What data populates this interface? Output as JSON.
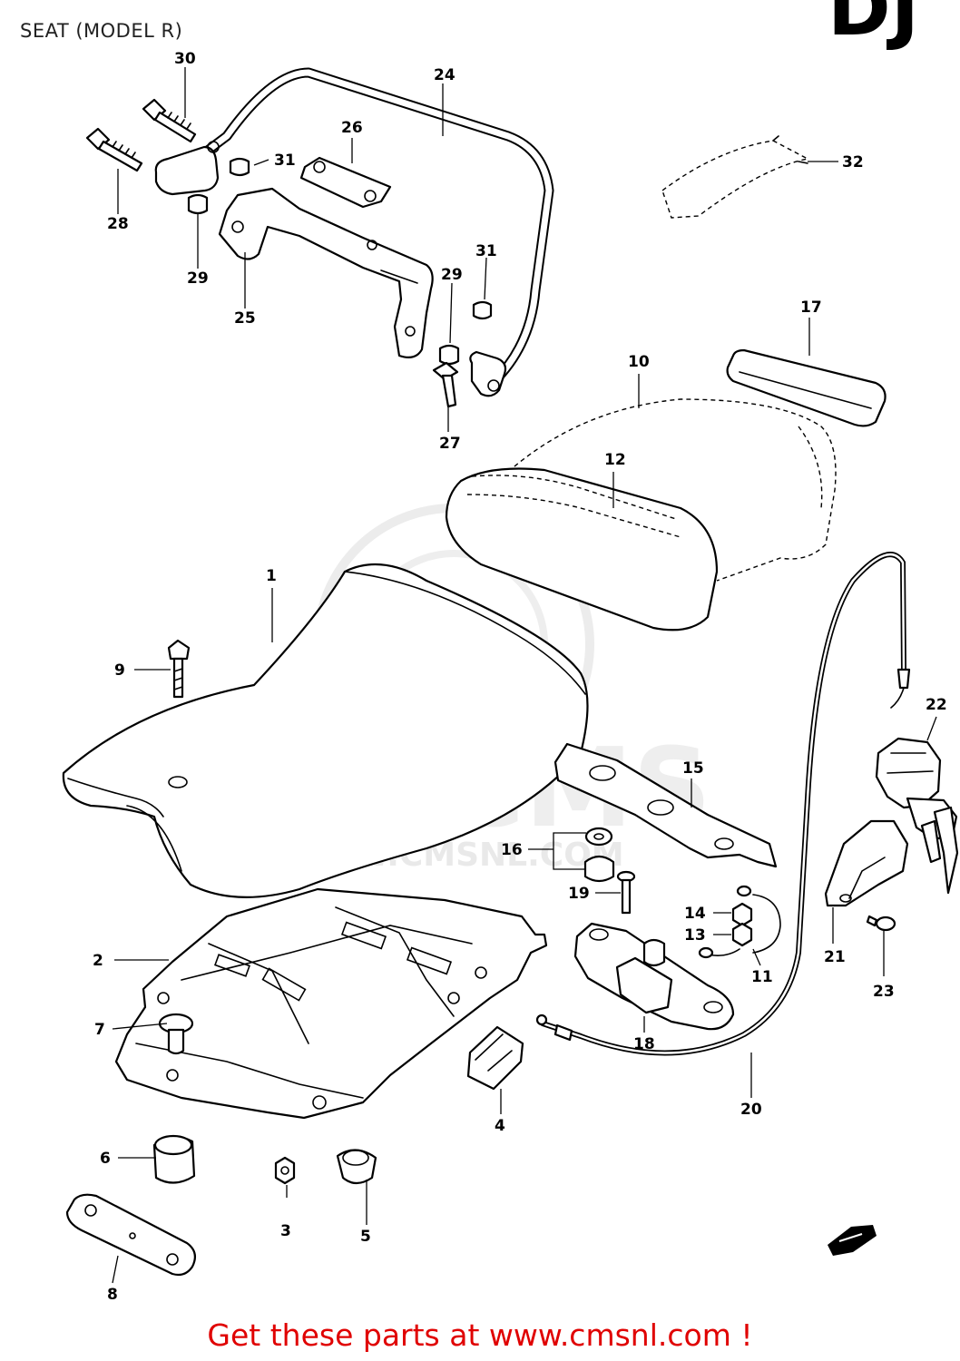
{
  "title": "SEAT (MODEL R)",
  "corner_mark": "DJ",
  "footer": "Get these parts at www.cmsnl.com !",
  "watermark": {
    "logo_text": "CMS",
    "url_text": "WWW.CMSNL.COM"
  },
  "callouts": {
    "p1": "1",
    "p2": "2",
    "p3": "3",
    "p4": "4",
    "p5": "5",
    "p6": "6",
    "p7": "7",
    "p8": "8",
    "p9": "9",
    "p10": "10",
    "p11": "11",
    "p12": "12",
    "p13": "13",
    "p14": "14",
    "p15": "15",
    "p16": "16",
    "p17": "17",
    "p18": "18",
    "p19": "19",
    "p20": "20",
    "p21": "21",
    "p22": "22",
    "p23": "23",
    "p24": "24",
    "p25": "25",
    "p26": "26",
    "p27": "27",
    "p28": "28",
    "p29a": "29",
    "p29b": "29",
    "p30": "30",
    "p31a": "31",
    "p31b": "31",
    "p32": "32"
  },
  "colors": {
    "line": "#000000",
    "footer_text": "#e00000",
    "watermark": "#e6e6e6"
  }
}
